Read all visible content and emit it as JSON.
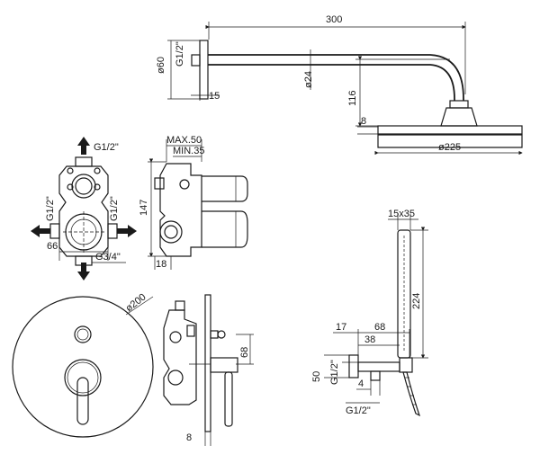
{
  "dimensions": {
    "arm_length": "300",
    "flange_diameter": "ø60",
    "arm_thread": "G1/2\"",
    "flange_depth": "15",
    "arm_diameter": "ø24",
    "arm_drop": "116",
    "head_thickness": "8",
    "head_diameter": "ø225",
    "valve_top_outlet": "G1/2\"",
    "valve_left_inlet": "G1/2\"",
    "valve_right_inlet": "G1/2\"",
    "valve_width": "66",
    "valve_bottom_outlet": "G3/4\"",
    "depth_max": "MAX.50",
    "depth_min": "MIN.35",
    "body_height": "147",
    "body_offset": "18",
    "plate_diameter": "ø200",
    "lever_height": "68",
    "plate_thickness": "8",
    "holder_size": "15x35",
    "hand_shower_length": "224",
    "elbow_offset": "17",
    "elbow_width": "68",
    "elbow_depth": "38",
    "elbow_square": "50",
    "elbow_thread": "G1/2\"",
    "elbow_gap": "4",
    "hose_thread": "G1/2\""
  }
}
